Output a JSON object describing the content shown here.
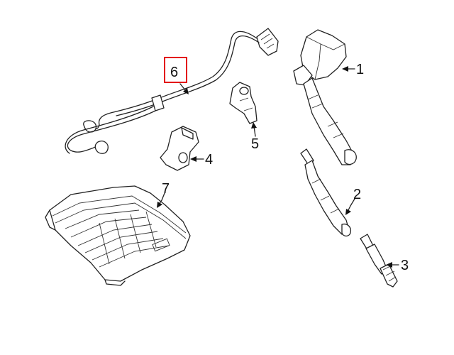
{
  "diagram": {
    "callouts": [
      {
        "label": "1",
        "part": "ignition-coil"
      },
      {
        "label": "2",
        "part": "coil-extension-boot"
      },
      {
        "label": "3",
        "part": "spark-plug"
      },
      {
        "label": "4",
        "part": "camshaft-position-sensor"
      },
      {
        "label": "5",
        "part": "crankshaft-position-sensor"
      },
      {
        "label": "6",
        "part": "knock-sensor-harness"
      },
      {
        "label": "7",
        "part": "engine-control-module"
      }
    ],
    "highlighted_callout": "6",
    "highlight_color": "#e3000f",
    "line_color": "#222222"
  }
}
